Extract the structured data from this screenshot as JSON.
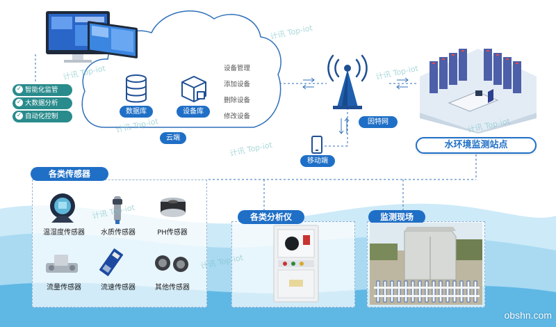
{
  "features": [
    "智能化监管",
    "大数据分析",
    "自动化控制"
  ],
  "cloud": {
    "database_label": "数据库",
    "devicelib_label": "设备库",
    "cloud_label": "云端",
    "device_items": [
      "设备管理",
      "添加设备",
      "删除设备",
      "修改设备"
    ]
  },
  "network": {
    "internet_label": "因特网",
    "mobile_label": "移动端"
  },
  "station": {
    "title": "水环境监测站点"
  },
  "sensors": {
    "title": "各类传感器",
    "items": [
      "温湿度传感器",
      "水质传感器",
      "PH传感器",
      "流量传感器",
      "流速传感器",
      "其他传感器"
    ]
  },
  "analyzer": {
    "title": "各类分析仪"
  },
  "site_panel": {
    "title": "监测现场"
  },
  "watermark": {
    "cn": "计讯",
    "en": "Top-iot"
  },
  "footer": {
    "site": "obshn.com"
  },
  "colors": {
    "primary": "#1f6fc6",
    "teal": "#2a8b8c",
    "water": "#bfe4f6"
  }
}
